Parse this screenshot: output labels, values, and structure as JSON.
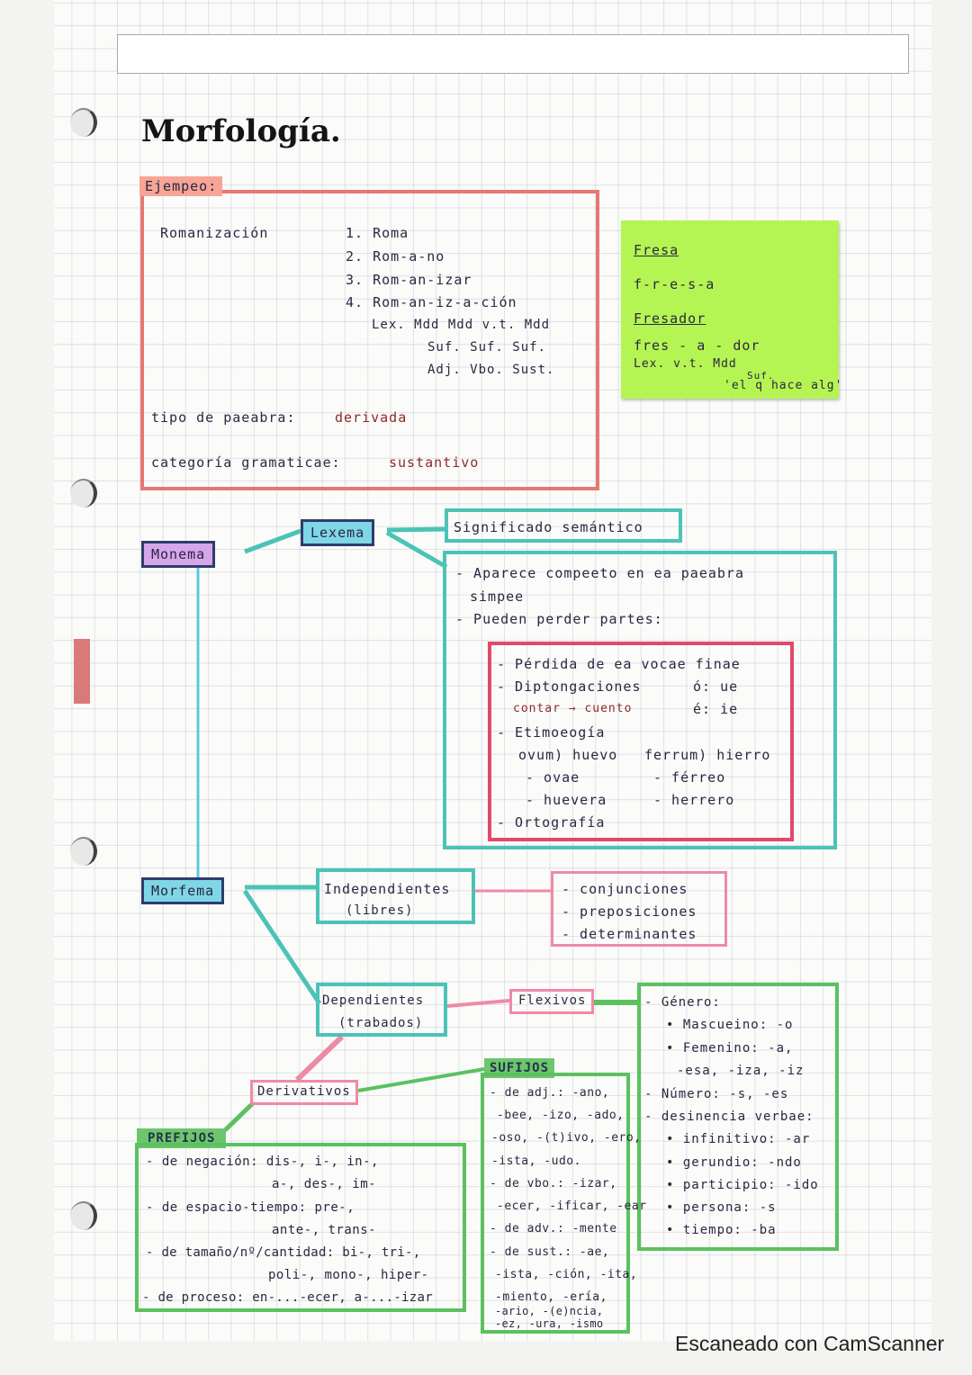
{
  "title": "Morfología.",
  "example": {
    "tab": "Ejempeo:",
    "word": "Romanización",
    "steps": [
      "1. Roma",
      "2. Rom-a-no",
      "3. Rom-an-izar",
      "4. Rom-an-iz-a-ción"
    ],
    "row_labels_1": "Lex.   Mdd  Mdd  v.t.  Mdd",
    "row_labels_2": "Suf.  Suf.        Suf.",
    "row_labels_3": "Adj.  Vbo.        Sust.",
    "tipo_label": "tipo de paeabra:",
    "tipo_value": "derivada",
    "categoria_label": "categoría gramaticae:",
    "categoria_value": "sustantivo"
  },
  "sticky": {
    "word1": "Fresa",
    "spelled": "f-r-e-s-a",
    "word2": "Fresador",
    "parts": "fres - a - dor",
    "labels": "Lex.    v.t.  Mdd",
    "suf": "Suf.",
    "note": "'el q hace alg'"
  },
  "nodes": {
    "monema": "Monema",
    "lexema": "Lexema",
    "significado": "Significado semántico",
    "morfema": "Morfema",
    "independientes_1": "Independientes",
    "independientes_2": "(libres)",
    "dependientes_1": "Dependientes",
    "dependientes_2": "(trabados)",
    "flexivos": "Flexivos",
    "derivativos": "Derivativos",
    "sufijos": "SUFIJOS",
    "prefijos": "PREFIJOS"
  },
  "lexema_box": {
    "line1": "- Aparece compeeto en ea paeabra",
    "line2": "simpee",
    "line3": "- Pueden perder partes:"
  },
  "perdida_box": {
    "items": [
      "- Pérdida de ea vocae finae",
      "- Diptongaciones",
      "contar → cuento",
      "- Etimoeogía",
      "- Ortografía"
    ],
    "dipt1": "ó: ue",
    "dipt2": "é: ie",
    "etim_a1": "ovum) huevo",
    "etim_a2": "- ovae",
    "etim_a3": "- huevera",
    "etim_b1": "ferrum) hierro",
    "etim_b2": "- férreo",
    "etim_b3": "- herrero"
  },
  "independientes_list": [
    "- conjunciones",
    "- preposiciones",
    "- determinantes"
  ],
  "flexivos_list": [
    "- Género:",
    "• Mascueino: -o",
    "• Femenino: -a,",
    "-esa, -iza, -iz",
    "- Número: -s, -es",
    "- desinencia verbae:",
    "• infinitivo: -ar",
    "• gerundio: -ndo",
    "• participio: -ido",
    "• persona: -s",
    "• tiempo: -ba"
  ],
  "sufijos_list": [
    "- de adj.: -ano,",
    "-bee, -izo, -ado,",
    "-oso, -(t)ivo, -ero,",
    "-ista, -udo.",
    "- de vbo.: -izar,",
    "-ecer, -ificar, -ear",
    "- de adv.: -mente",
    "- de sust.: -ae,",
    "-ista, -ción, -ita,",
    "-miento, -ería,",
    "-ario, -(e)ncia,",
    "-ez, -ura, -ismo"
  ],
  "prefijos_list": [
    "- de negación: dis-, i-, in-,",
    "a-, des-, im-",
    "- de espacio-tiempo: pre-,",
    "ante-, trans-",
    "- de tamaño/nº/cantidad: bi-, tri-,",
    "poli-, mono-, hiper-",
    "- de proceso: en-...-ecer, a-...-izar"
  ],
  "footer": "Escaneado con CamScanner",
  "colors": {
    "red_box": "#e57873",
    "teal": "#4bc3b6",
    "green": "#5bc15f",
    "pink": "#ee8aa8",
    "sticky": "#b5f553"
  }
}
